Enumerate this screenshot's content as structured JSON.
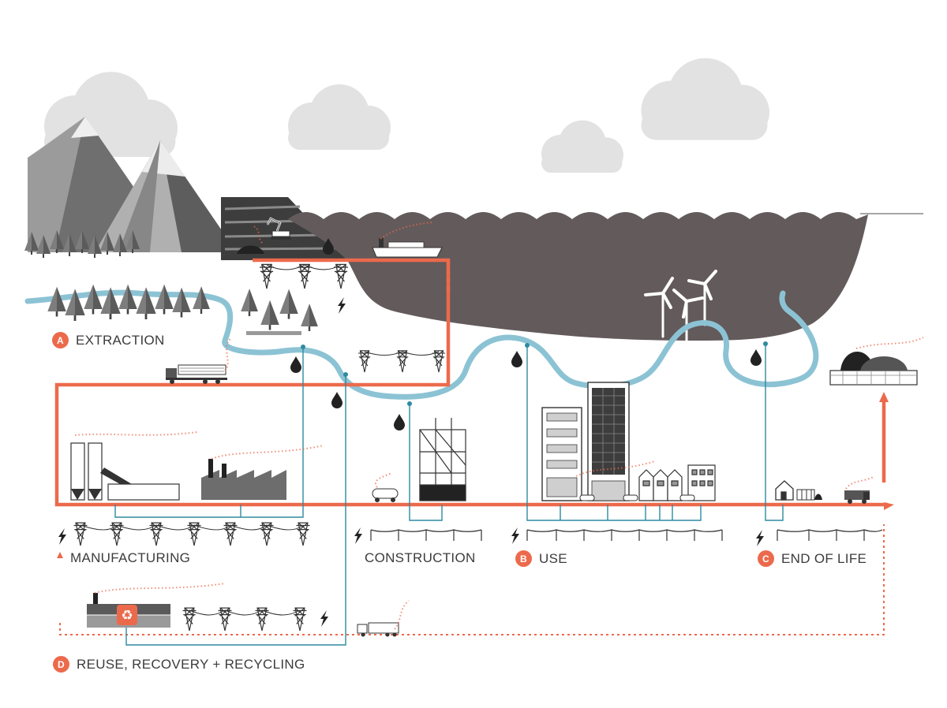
{
  "stages": {
    "a": {
      "letter": "A",
      "label": "EXTRACTION"
    },
    "manufacturing": {
      "label": "MANUFACTURING"
    },
    "construction": {
      "label": "CONSTRUCTION"
    },
    "b": {
      "letter": "B",
      "label": "USE"
    },
    "c": {
      "letter": "C",
      "label": "END OF LIFE"
    },
    "d": {
      "letter": "D",
      "label": "REUSE, RECOVERY + RECYCLING"
    }
  },
  "colors": {
    "flow": "#ec6a4c",
    "water": "#8cc3d4",
    "water_line": "#2e8aa0",
    "sea": "#635a5b",
    "cloud": "#e2e2e2",
    "mountain": "#8f8f8f",
    "tree": "#7d7d7d",
    "structure": "#333333"
  },
  "icons": [
    "mountain-icon",
    "tree-icon",
    "excavator-icon",
    "cargo-ship-icon",
    "wind-turbine-icon",
    "pylon-icon",
    "lightning-icon",
    "water-drop-icon",
    "truck-icon",
    "silo-icon",
    "factory-icon",
    "office-building-icon",
    "house-icon",
    "waste-pile-icon",
    "recycling-plant-icon",
    "recycle-icon"
  ]
}
